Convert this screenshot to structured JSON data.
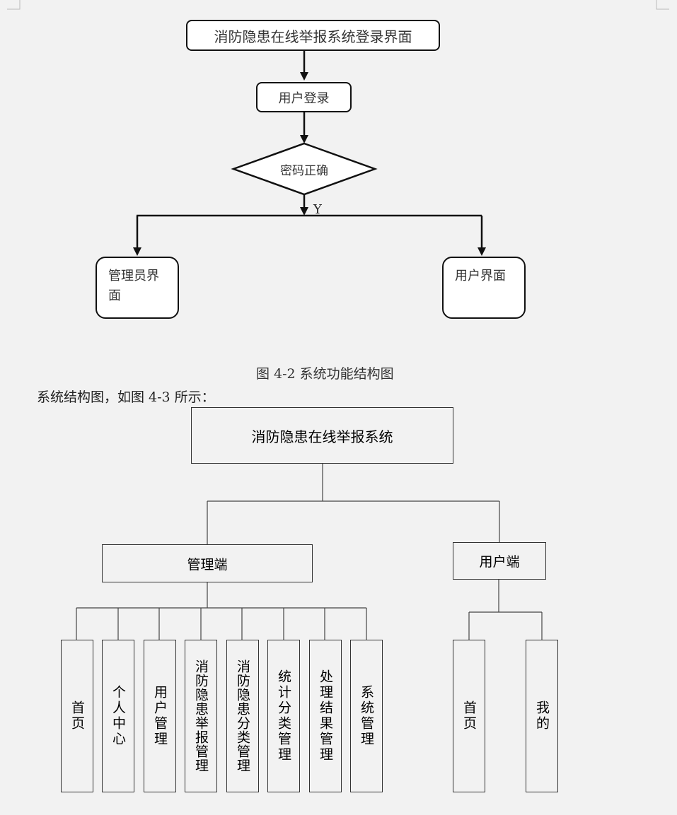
{
  "flowchart": {
    "start_box": "消防隐患在线举报系统登录界面",
    "login_box": "用户登录",
    "decision": "密码正确",
    "branch_label": "Y",
    "admin_box": "管理员界面",
    "user_box": "用户界面"
  },
  "figure_caption": "图 4-2 系统功能结构图",
  "paragraph": "系统结构图，如图 4-3 所示：",
  "structure": {
    "root": "消防隐患在线举报系统",
    "admin": {
      "label": "管理端",
      "children": [
        "首页",
        "个人中心",
        "用户管理",
        "消防隐患举报管理",
        "消防隐患分类管理",
        "统计分类管理",
        "处理结果管理",
        "系统管理"
      ]
    },
    "user": {
      "label": "用户端",
      "children": [
        "首页",
        "我的"
      ]
    }
  }
}
